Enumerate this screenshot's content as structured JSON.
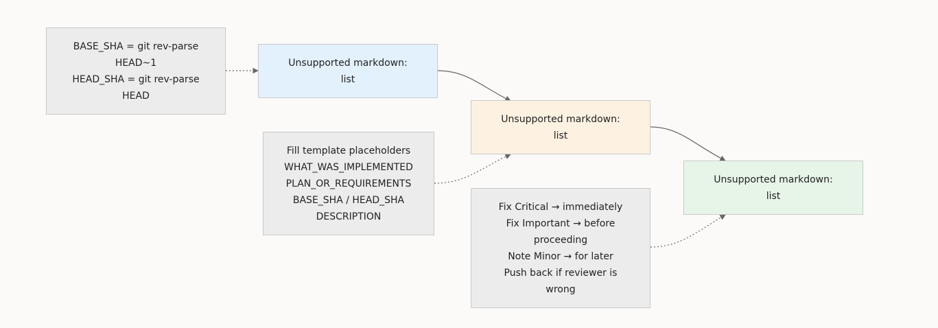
{
  "nodes": {
    "sha_setup": {
      "lines": [
        "BASE_SHA = git rev-parse",
        "HEAD~1",
        "HEAD_SHA = git rev-parse",
        "HEAD"
      ],
      "color": "#ececec"
    },
    "step_1": {
      "lines": [
        "Unsupported markdown:",
        "list"
      ],
      "color": "#e3f1fd"
    },
    "step_2": {
      "lines": [
        "Unsupported markdown:",
        "list"
      ],
      "color": "#fdf2e2"
    },
    "step_3": {
      "lines": [
        "Unsupported markdown:",
        "list"
      ],
      "color": "#e7f5e8"
    },
    "template_note": {
      "lines": [
        "Fill template placeholders",
        "WHAT_WAS_IMPLEMENTED",
        "PLAN_OR_REQUIREMENTS",
        "BASE_SHA / HEAD_SHA",
        "DESCRIPTION"
      ],
      "color": "#ececec"
    },
    "feedback_note": {
      "lines": [
        "Fix Critical → immediately",
        "Fix Important → before",
        "proceeding",
        "Note Minor → for later",
        "Push back if reviewer is",
        "wrong"
      ],
      "color": "#ececec"
    }
  },
  "edges": [
    {
      "from": "sha_setup",
      "to": "step_1",
      "style": "dotted"
    },
    {
      "from": "step_1",
      "to": "step_2",
      "style": "solid"
    },
    {
      "from": "step_2",
      "to": "step_3",
      "style": "solid"
    },
    {
      "from": "template_note",
      "to": "step_2",
      "style": "dotted"
    },
    {
      "from": "feedback_note",
      "to": "step_3",
      "style": "dotted"
    }
  ],
  "colors": {
    "edge": "#666666",
    "border": "#c9c9c9",
    "background": "#fbfaf8"
  }
}
